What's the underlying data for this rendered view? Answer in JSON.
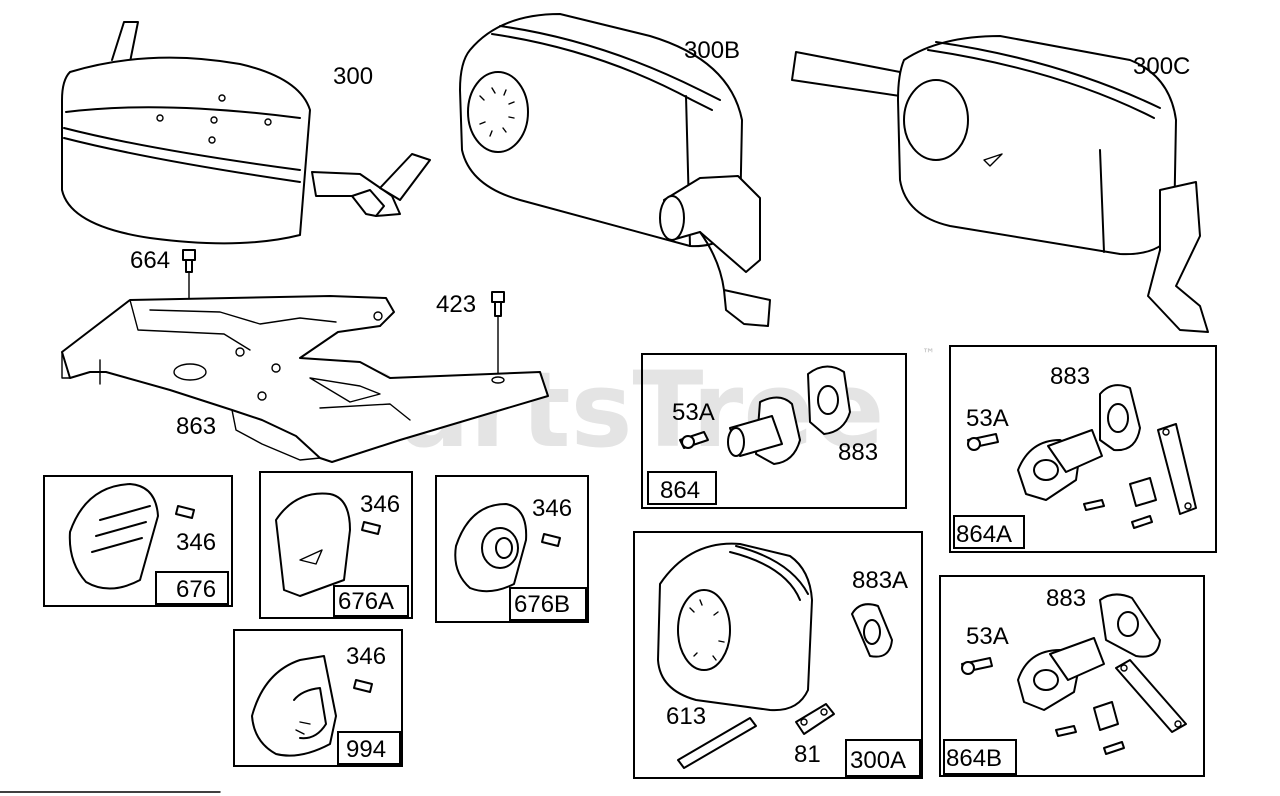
{
  "watermark": {
    "text": "PartsTree",
    "trademark": "™"
  },
  "callouts": {
    "muffler_300": "300",
    "muffler_300b": "300B",
    "muffler_300c": "300C",
    "screw_664": "664",
    "screw_423": "423",
    "plate_863": "863",
    "screw_53a_864": "53A",
    "gasket_883_864": "883",
    "screw_53a_864a": "53A",
    "gasket_883_864a": "883",
    "screw_346_676": "346",
    "screw_346_676a": "346",
    "screw_346_676b": "346",
    "screw_346_994": "346",
    "gasket_883a": "883A",
    "pin_613": "613",
    "clip_81": "81",
    "screw_53a_864b": "53A",
    "gasket_883_864b": "883"
  },
  "boxes": {
    "b864": "864",
    "b864a": "864A",
    "b676": "676",
    "b676a": "676A",
    "b676b": "676B",
    "b994": "994",
    "b300a": "300A",
    "b864b": "864B"
  }
}
